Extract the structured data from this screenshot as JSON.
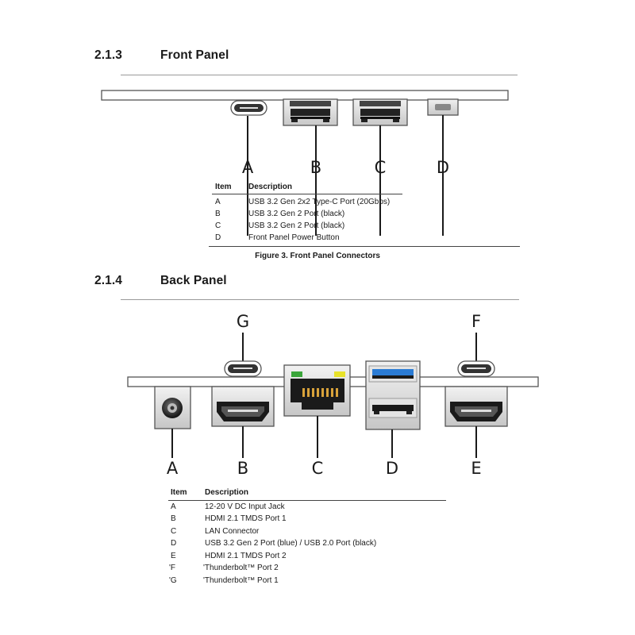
{
  "front": {
    "section_number": "2.1.3",
    "section_title": "Front Panel",
    "callouts": [
      "A",
      "B",
      "C",
      "D"
    ],
    "table_header": {
      "item": "Item",
      "description": "Description"
    },
    "rows": [
      {
        "item": "A",
        "description": "USB 3.2 Gen 2x2 Type-C Port (20Gbps)"
      },
      {
        "item": "B",
        "description": "USB 3.2 Gen 2 Port (black)"
      },
      {
        "item": "C",
        "description": "USB 3.2 Gen 2 Port (black)"
      },
      {
        "item": "D",
        "description": "Front Panel Power Button"
      }
    ],
    "caption": "Figure 3.  Front Panel Connectors"
  },
  "back": {
    "section_number": "2.1.4",
    "section_title": "Back Panel",
    "top_callouts": [
      "G",
      "F"
    ],
    "bottom_callouts": [
      "A",
      "B",
      "C",
      "D",
      "E"
    ],
    "table_header": {
      "item": "Item",
      "description": "Description"
    },
    "rows": [
      {
        "item": "A",
        "description": "12-20 V DC Input Jack"
      },
      {
        "item": "B",
        "description": "HDMI 2.1 TMDS Port 1"
      },
      {
        "item": "C",
        "description": "LAN Connector"
      },
      {
        "item": "D",
        "description": "USB 3.2 Gen 2 Port (blue) / USB 2.0 Port (black)"
      },
      {
        "item": "E",
        "description": "HDMI 2.1 TMDS Port 2"
      },
      {
        "item": "'F",
        "description": "'Thunderbolt™ Port 2"
      },
      {
        "item": "'G",
        "description": "'Thunderbolt™ Port 1"
      }
    ]
  },
  "colors": {
    "usb_blue": "#2a7bd4",
    "led_green": "#3aa53a",
    "led_yellow": "#e8e22a",
    "rj45_gold": "#d8a23a",
    "port_gray": "#d9d9d9"
  }
}
